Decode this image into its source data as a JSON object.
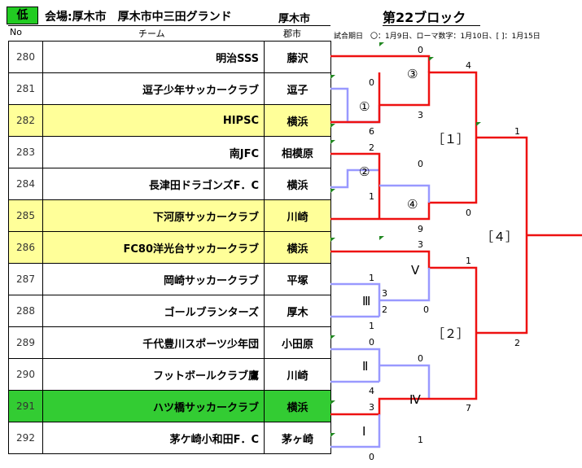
{
  "header": {
    "level": "低",
    "venue": "会場:厚木市　厚木市中三田グランド",
    "venue_city": "厚木市",
    "block_title": "第22ブロック",
    "col_no": "No",
    "col_team": "チーム",
    "col_city": "郡市",
    "legend": "試合期日　〇：1月9日、ローマ数字：1月10日、[ ]：1月15日"
  },
  "teams": [
    {
      "no": "280",
      "name": "明治SSS",
      "city": "藤沢",
      "highlight": ""
    },
    {
      "no": "281",
      "name": "逗子少年サッカークラブ",
      "city": "逗子",
      "highlight": ""
    },
    {
      "no": "282",
      "name": "HIPSC",
      "city": "横浜",
      "highlight": "yellow"
    },
    {
      "no": "283",
      "name": "南JFC",
      "city": "相模原",
      "highlight": ""
    },
    {
      "no": "284",
      "name": "長津田ドラゴンズF．C",
      "city": "横浜",
      "highlight": ""
    },
    {
      "no": "285",
      "name": "下河原サッカークラブ",
      "city": "川崎",
      "highlight": "yellow"
    },
    {
      "no": "286",
      "name": "FC80洋光台サッカークラブ",
      "city": "横浜",
      "highlight": "yellow"
    },
    {
      "no": "287",
      "name": "岡崎サッカークラブ",
      "city": "平塚",
      "highlight": ""
    },
    {
      "no": "288",
      "name": "ゴールブランターズ",
      "city": "厚木",
      "highlight": ""
    },
    {
      "no": "289",
      "name": "千代豊川スポーツ少年団",
      "city": "小田原",
      "highlight": ""
    },
    {
      "no": "290",
      "name": "フットボールクラブ鷹",
      "city": "川崎",
      "highlight": ""
    },
    {
      "no": "291",
      "name": "ハツ橋サッカークラブ",
      "city": "横浜",
      "highlight": "green"
    },
    {
      "no": "292",
      "name": "茅ケ崎小和田F．C",
      "city": "茅ヶ崎",
      "highlight": ""
    }
  ],
  "matches": {
    "m1": {
      "label": "①",
      "scores": [
        "0",
        "6",
        "3"
      ]
    },
    "m2": {
      "label": "②",
      "scores": [
        "2",
        "1",
        "0"
      ]
    },
    "m3": {
      "label": "③",
      "scores": [
        "0",
        "3",
        "4"
      ]
    },
    "m4": {
      "label": "④",
      "scores": [
        "9",
        "0"
      ]
    },
    "r5": {
      "label": "Ⅴ",
      "scores": [
        "3",
        "0",
        "1"
      ]
    },
    "r3": {
      "label": "Ⅲ",
      "scores": [
        "1",
        "2",
        "3"
      ]
    },
    "r2": {
      "label": "Ⅱ",
      "scores": [
        "0",
        "4",
        "0"
      ]
    },
    "r1": {
      "label": "Ⅰ",
      "scores": [
        "3",
        "0",
        "1"
      ]
    },
    "r4": {
      "label": "Ⅳ",
      "scores": [
        "7"
      ]
    },
    "b1": {
      "label": "［１］",
      "scores": [
        "1"
      ]
    },
    "b2": {
      "label": "［２］",
      "scores": [
        "2"
      ]
    },
    "b4": {
      "label": "［４］"
    }
  },
  "colors": {
    "win": "#ee1111",
    "lose": "#9999ff",
    "yellow": "#ffff99",
    "green": "#33cc33",
    "badge": "#22cc22"
  }
}
